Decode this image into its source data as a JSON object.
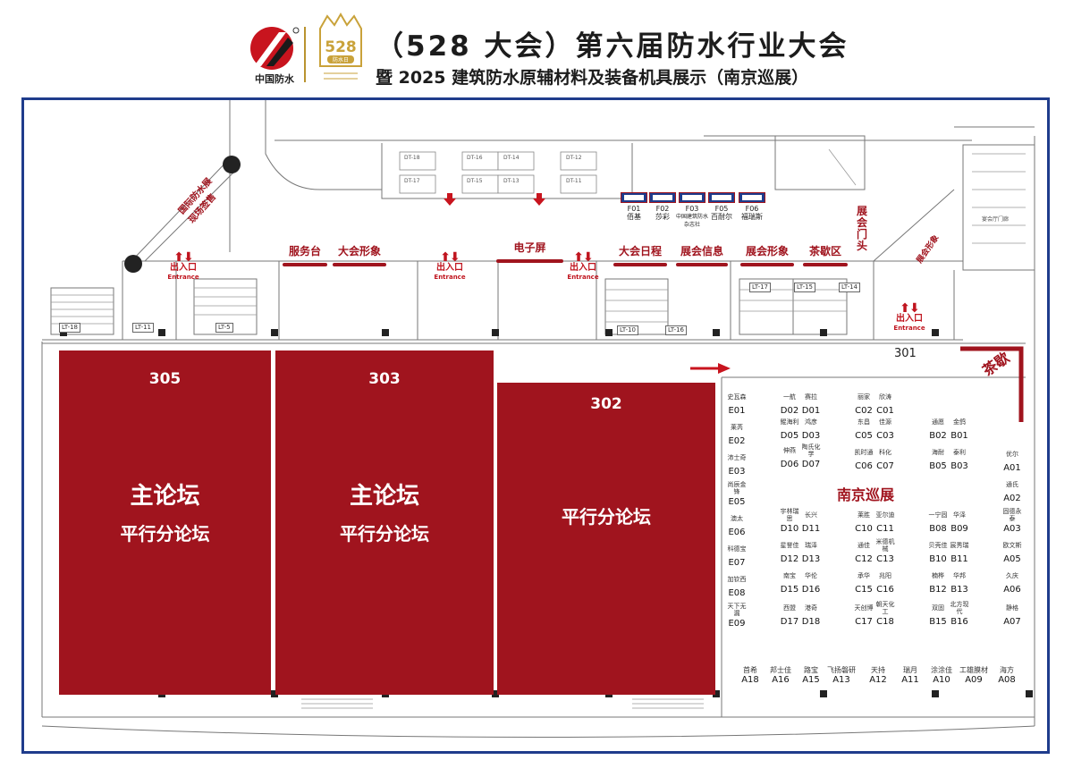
{
  "header": {
    "logo_caption": "中国防水",
    "badge_number": "528",
    "badge_label": "防水日",
    "title_line1": "（528 大会）第六届防水行业大会",
    "title_line2": "暨 2025 建筑防水原辅材料及装备机具展示（南京巡展）"
  },
  "colors": {
    "brand_red": "#a0141e",
    "frame_blue": "#1f3c8c",
    "gold": "#b9932f"
  },
  "halls": [
    {
      "num": "305",
      "line1": "主论坛",
      "line2": "平行分论坛"
    },
    {
      "num": "303",
      "line1": "主论坛",
      "line2": "平行分论坛"
    },
    {
      "num": "302",
      "line1": "",
      "line2": "平行分论坛"
    }
  ],
  "exhibition": {
    "area_number": "301",
    "title": "南京巡展",
    "tea_area": "茶歇"
  },
  "signs": {
    "service": "服务台",
    "image1": "大会形象",
    "screen": "电子屏",
    "schedule": "大会日程",
    "info": "展会信息",
    "image2": "展会形象",
    "tea": "茶歇区",
    "door": "展会门头",
    "venue_image": "展会形象",
    "site_intl": "国际防水展",
    "site_intl2": "现场签售"
  },
  "entrance": {
    "cn": "出入口",
    "en": "Entrance"
  },
  "f_booths": [
    {
      "code": "F01",
      "name": "佰基"
    },
    {
      "code": "F02",
      "name": "莎彩"
    },
    {
      "code": "F03",
      "name": "中国建筑防水杂志社"
    },
    {
      "code": "F05",
      "name": "百耐尔"
    },
    {
      "code": "F06",
      "name": "福瑞斯"
    }
  ],
  "e_booths": [
    {
      "code": "E01",
      "name": "史瓦森"
    },
    {
      "code": "E02",
      "name": "莱芮"
    },
    {
      "code": "E03",
      "name": "沛士奇"
    },
    {
      "code": "E05",
      "name": "尚辰金锋"
    },
    {
      "code": "E06",
      "name": "澳太"
    },
    {
      "code": "E07",
      "name": "科德宝"
    },
    {
      "code": "E08",
      "name": "加钦西"
    },
    {
      "code": "E09",
      "name": "天下无漏"
    }
  ],
  "d_booths": [
    {
      "code": "D02",
      "name": "一航"
    },
    {
      "code": "D01",
      "name": "赛拉"
    },
    {
      "code": "D05",
      "name": "鲲海利"
    },
    {
      "code": "D03",
      "name": "鸿彦"
    },
    {
      "code": "D06",
      "name": "伸燕"
    },
    {
      "code": "D07",
      "name": "陶氏化学"
    },
    {
      "code": "D10",
      "name": "宇林瑞思"
    },
    {
      "code": "D11",
      "name": "长兴"
    },
    {
      "code": "D12",
      "name": "星誉佳"
    },
    {
      "code": "D13",
      "name": "瑞泽"
    },
    {
      "code": "D15",
      "name": "南宝"
    },
    {
      "code": "D16",
      "name": "华伦"
    },
    {
      "code": "D17",
      "name": "西盟"
    },
    {
      "code": "D18",
      "name": "港奇"
    }
  ],
  "c_booths": [
    {
      "code": "C02",
      "name": "丽家"
    },
    {
      "code": "C01",
      "name": "欣涛"
    },
    {
      "code": "C05",
      "name": "东昌"
    },
    {
      "code": "C03",
      "name": "佳源"
    },
    {
      "code": "C06",
      "name": "凯时通"
    },
    {
      "code": "C07",
      "name": "科化"
    },
    {
      "code": "C10",
      "name": "莱胜"
    },
    {
      "code": "C11",
      "name": "亚尔迪"
    },
    {
      "code": "C12",
      "name": "通佳"
    },
    {
      "code": "C13",
      "name": "米德机械"
    },
    {
      "code": "C15",
      "name": "承华"
    },
    {
      "code": "C16",
      "name": "兆阳"
    },
    {
      "code": "C17",
      "name": "天创博"
    },
    {
      "code": "C18",
      "name": "朝天化工"
    }
  ],
  "b_booths": [
    {
      "code": "B02",
      "name": "通愿"
    },
    {
      "code": "B01",
      "name": "金鸽"
    },
    {
      "code": "B05",
      "name": "海耐"
    },
    {
      "code": "B03",
      "name": "泰利"
    },
    {
      "code": "B08",
      "name": "一宁固"
    },
    {
      "code": "B09",
      "name": "华泽"
    },
    {
      "code": "B10",
      "name": "贝壳佳"
    },
    {
      "code": "B11",
      "name": "宸秀瑞"
    },
    {
      "code": "B12",
      "name": "楠桦"
    },
    {
      "code": "B13",
      "name": "华邦"
    },
    {
      "code": "B15",
      "name": "双固"
    },
    {
      "code": "B16",
      "name": "北方现代"
    }
  ],
  "a_col_booths": [
    {
      "code": "A01",
      "name": "优尔"
    },
    {
      "code": "A02",
      "name": "通氏"
    },
    {
      "code": "A03",
      "name": "固德永泰"
    },
    {
      "code": "A05",
      "name": "欧文斯"
    },
    {
      "code": "A06",
      "name": "久庆"
    },
    {
      "code": "A07",
      "name": "静格"
    }
  ],
  "a_row_booths": [
    {
      "code": "A18",
      "name": "首希"
    },
    {
      "code": "A16",
      "name": "邦士佳"
    },
    {
      "code": "A15",
      "name": "路宝"
    },
    {
      "code": "A13",
      "name": "飞扬磐研"
    },
    {
      "code": "A12",
      "name": "天持"
    },
    {
      "code": "A11",
      "name": "瑞月"
    },
    {
      "code": "A10",
      "name": "涂涂佳"
    },
    {
      "code": "A09",
      "name": "工雄膜材"
    },
    {
      "code": "A08",
      "name": "海方"
    }
  ],
  "lifts": [
    "LT-18",
    "LT-11",
    "LT-5",
    "LT-10",
    "LT-16",
    "LT-17",
    "LT-15",
    "LT-14"
  ],
  "rooms": [
    "DT-18",
    "DT-17",
    "DT-16",
    "DT-15",
    "DT-14",
    "DT-13",
    "DT-12",
    "DT-11"
  ],
  "right_room": "宴会厅门廊"
}
